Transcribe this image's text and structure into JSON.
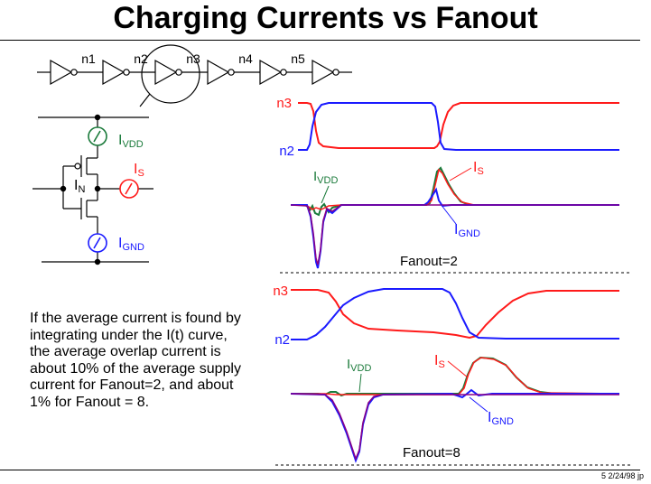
{
  "slide": {
    "title": "Charging Currents vs Fanout",
    "description": "If the average current is found by integrating under the I(t) curve, the average overlap current is about 10% of the average supply current for Fanout=2, and about 1% for Fanout = 8.",
    "footer": "5  2/24/98  jp"
  },
  "chain": {
    "nodes": [
      "n1",
      "n2",
      "n3",
      "n4",
      "n5"
    ]
  },
  "schematic": {
    "ivdd": {
      "main": "I",
      "sub": "VDD"
    },
    "is": {
      "main": "I",
      "sub": "S"
    },
    "in": {
      "main": "I",
      "sub": "N"
    },
    "ignd": {
      "main": "I",
      "sub": "GND"
    }
  },
  "plots": [
    {
      "fanout_label": "Fanout=2",
      "node_high": "n3",
      "node_low": "n2",
      "ivdd": {
        "main": "I",
        "sub": "VDD"
      },
      "is": {
        "main": "I",
        "sub": "S"
      },
      "ignd": {
        "main": "I",
        "sub": "GND"
      }
    },
    {
      "fanout_label": "Fanout=8",
      "node_high": "n3",
      "node_low": "n2",
      "ivdd": {
        "main": "I",
        "sub": "VDD"
      },
      "is": {
        "main": "I",
        "sub": "S"
      },
      "ignd": {
        "main": "I",
        "sub": "GND"
      }
    }
  ],
  "colors": {
    "n3": "#ff1a1a",
    "n2": "#1a1aff",
    "ivdd": "#1a7a3a",
    "is": "#ff1a1a",
    "ignd": "#1a1aff",
    "overlap": "#880088"
  }
}
